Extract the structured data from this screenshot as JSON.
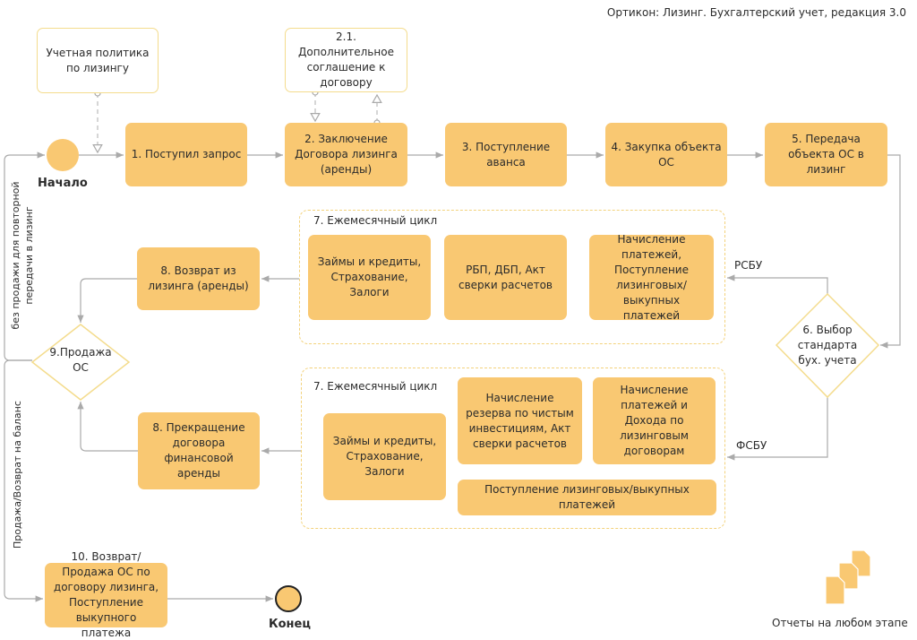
{
  "header": {
    "title": "Ортикон: Лизинг. Бухгалтерский учет, редакция 3.0"
  },
  "colors": {
    "task_fill": "#f9c872",
    "note_border": "#f4dc8d",
    "connector": "#aaaaaa",
    "group_border": "#f3d27c"
  },
  "events": {
    "start": "Начало",
    "end": "Конец"
  },
  "notes": {
    "policy": "Учетная политика по лизингу",
    "addendum": "2.1. Дополнительное соглашение к договору"
  },
  "tasks": {
    "t1": "1. Поступил запрос",
    "t2": "2. Заключение Договора лизинга (аренды)",
    "t3": "3. Поступление аванса",
    "t4": "4. Закупка объекта ОС",
    "t5": "5.  Передача объекта ОС в лизинг",
    "t8a": "8. Возврат из лизинга (аренды)",
    "t8b": "8. Прекращение договора финансовой аренды",
    "t10": "10. Возврат/Продажа ОС по договору лизинга, Поступление выкупного платежа"
  },
  "gateways": {
    "g6": "6. Выбор стандарта бух. учета",
    "g9": "9.Продажа ОС"
  },
  "cycle_rsbu": {
    "title": "7. Ежемесячный цикл",
    "items": [
      "Займы и кредиты, Страхование, Залоги",
      "РБП, ДБП, Акт сверки расчетов",
      "Начисление платежей, Поступление лизинговых/ выкупных платежей"
    ]
  },
  "cycle_fsbu": {
    "title": "7. Ежемесячный цикл",
    "items": [
      "Займы и кредиты, Страхование, Залоги",
      "Начисление резерва по чистым инвестициям, Акт сверки расчетов",
      "Начисление платежей и Дохода по лизинговым договорам",
      "Поступление лизинговых/выкупных платежей"
    ]
  },
  "edge_labels": {
    "rsbu": "РСБУ",
    "fsbu": "ФСБУ",
    "no_sale": "без продажи для повторной передачи в лизинг",
    "sale": "Продажа/Возврат на баланс"
  },
  "reports": {
    "label": "Отчеты на любом этапе",
    "icon": "documents-icon"
  }
}
